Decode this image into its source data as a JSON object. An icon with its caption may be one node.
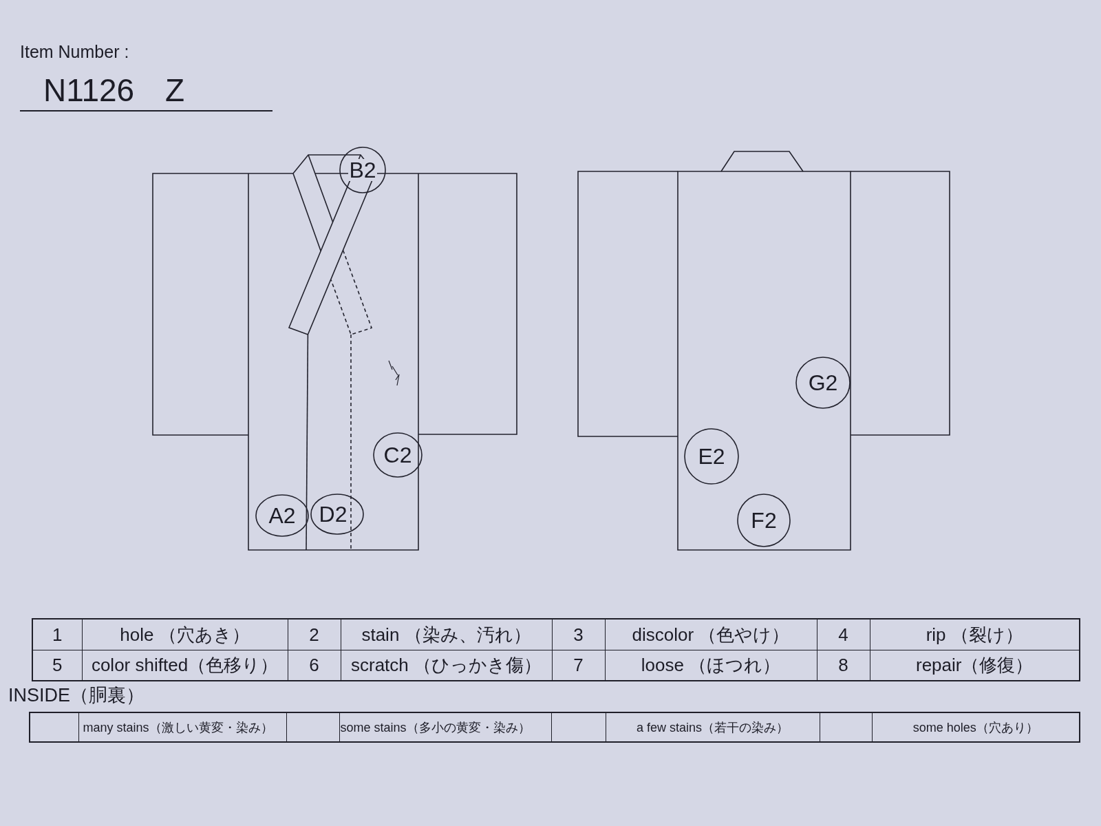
{
  "diagram": {
    "nodes": [
      {
        "text": [
          "B2"
        ]
      },
      {
        "text": [
          "C2"
        ]
      },
      {
        "text": [
          "A2"
        ]
      },
      {
        "text": [
          "D2"
        ]
      },
      {
        "text": [
          "G2"
        ]
      },
      {
        "text": [
          "E2"
        ]
      },
      {
        "text": [
          "F2"
        ]
      }
    ],
    "labels": [
      "Item Number :",
      "N1126 Z",
      "1",
      "hole （穴あき）",
      "2",
      "stain （染み、汚れ）",
      "3",
      "discolor （色やけ）",
      "4",
      "rip （裂け）",
      "5",
      "color shifted（色移り）",
      "6",
      "scratch （ひっかき傷）",
      "7",
      "loose （ほつれ）",
      "8",
      "repair（修復）",
      "INSIDE（胴裏）",
      "many stains（激しい黄変・染み）",
      "some stains（多小の黄変・染み）",
      "a few stains（若干の染み）",
      "some holes（穴あり）"
    ]
  }
}
